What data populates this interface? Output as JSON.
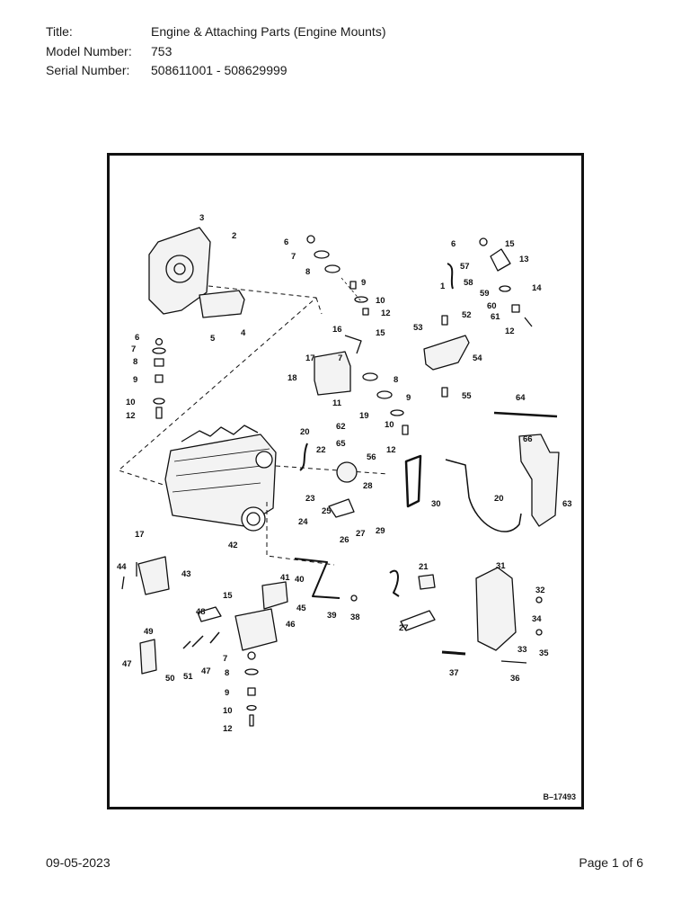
{
  "header": {
    "title_label": "Title:",
    "title_value": "Engine & Attaching Parts (Engine Mounts)",
    "model_label": "Model Number:",
    "model_value": "753",
    "serial_label": "Serial Number:",
    "serial_value": "508611001 - 508629999"
  },
  "diagram": {
    "drawing_id": "B–17493",
    "callouts": [
      "3",
      "2",
      "4",
      "5",
      "6",
      "7",
      "8",
      "9",
      "10",
      "12",
      "6",
      "7",
      "8",
      "9",
      "10",
      "12",
      "16",
      "15",
      "17",
      "7",
      "18",
      "8",
      "11",
      "9",
      "19",
      "62",
      "10",
      "12",
      "6",
      "15",
      "13",
      "57",
      "1",
      "58",
      "14",
      "59",
      "60",
      "61",
      "12",
      "53",
      "52",
      "54",
      "55",
      "64",
      "20",
      "65",
      "22",
      "56",
      "28",
      "23",
      "24",
      "25",
      "26",
      "27",
      "29",
      "30",
      "66",
      "20",
      "63",
      "17",
      "44",
      "43",
      "41",
      "40",
      "15",
      "45",
      "39",
      "38",
      "48",
      "46",
      "49",
      "47",
      "50",
      "51",
      "47",
      "7",
      "8",
      "9",
      "10",
      "12",
      "42",
      "21",
      "31",
      "32",
      "27",
      "34",
      "33",
      "35",
      "37",
      "36"
    ]
  },
  "footer": {
    "date": "09-05-2023",
    "page": "Page 1 of 6"
  }
}
